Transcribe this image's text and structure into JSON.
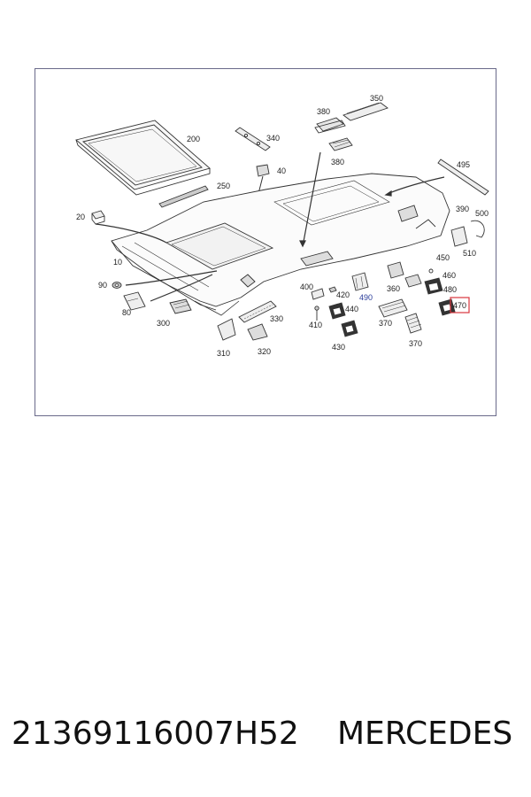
{
  "diagram": {
    "highlight_color": "#d9363e",
    "line_color": "#333333",
    "labels": [
      {
        "id": "200",
        "text": "200",
        "highlighted": false
      },
      {
        "id": "340",
        "text": "340",
        "highlighted": false
      },
      {
        "id": "380a",
        "text": "380",
        "highlighted": false
      },
      {
        "id": "350",
        "text": "350",
        "highlighted": false
      },
      {
        "id": "380b",
        "text": "380",
        "highlighted": false
      },
      {
        "id": "40",
        "text": "40",
        "highlighted": false
      },
      {
        "id": "495",
        "text": "495",
        "highlighted": false
      },
      {
        "id": "250",
        "text": "250",
        "highlighted": false
      },
      {
        "id": "390",
        "text": "390",
        "highlighted": false
      },
      {
        "id": "500",
        "text": "500",
        "highlighted": false
      },
      {
        "id": "20",
        "text": "20",
        "highlighted": false
      },
      {
        "id": "510",
        "text": "510",
        "highlighted": false
      },
      {
        "id": "10",
        "text": "10",
        "highlighted": false
      },
      {
        "id": "450",
        "text": "450",
        "highlighted": false
      },
      {
        "id": "460",
        "text": "460",
        "highlighted": false
      },
      {
        "id": "90",
        "text": "90",
        "highlighted": false
      },
      {
        "id": "400",
        "text": "400",
        "highlighted": false
      },
      {
        "id": "360",
        "text": "360",
        "highlighted": false
      },
      {
        "id": "480",
        "text": "480",
        "highlighted": false
      },
      {
        "id": "420",
        "text": "420",
        "highlighted": false
      },
      {
        "id": "490",
        "text": "490",
        "highlighted": false
      },
      {
        "id": "470",
        "text": "470",
        "highlighted": true
      },
      {
        "id": "80",
        "text": "80",
        "highlighted": false
      },
      {
        "id": "440",
        "text": "440",
        "highlighted": false
      },
      {
        "id": "300",
        "text": "300",
        "highlighted": false
      },
      {
        "id": "330",
        "text": "330",
        "highlighted": false
      },
      {
        "id": "410",
        "text": "410",
        "highlighted": false
      },
      {
        "id": "370a",
        "text": "370",
        "highlighted": false
      },
      {
        "id": "430",
        "text": "430",
        "highlighted": false
      },
      {
        "id": "370b",
        "text": "370",
        "highlighted": false
      },
      {
        "id": "310",
        "text": "310",
        "highlighted": false
      },
      {
        "id": "320",
        "text": "320",
        "highlighted": false
      }
    ]
  },
  "caption": {
    "part_number": "21369116007H52",
    "brand": "MERCEDES"
  }
}
